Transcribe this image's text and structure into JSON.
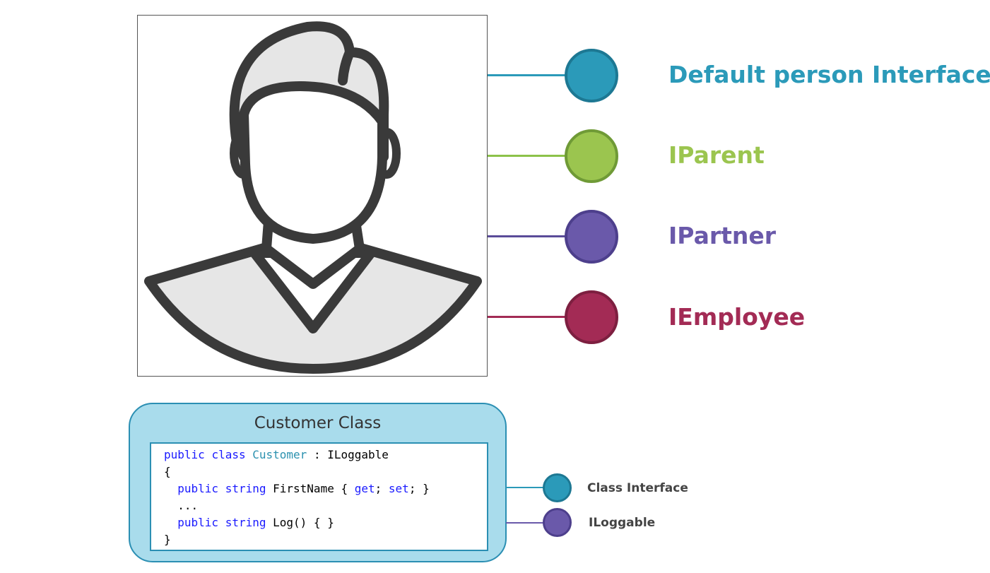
{
  "interfaces": [
    {
      "label": "Default person Interface",
      "color": "#2b9ab9",
      "line_color": "#2b9ab9",
      "border": "#1d7893"
    },
    {
      "label": "IParent",
      "color": "#9bc54f",
      "line_color": "#8cc24a",
      "border": "#6f9a36"
    },
    {
      "label": "IPartner",
      "color": "#6a59aa",
      "line_color": "#5a4c99",
      "border": "#4d3f8c"
    },
    {
      "label": "IEmployee",
      "color": "#a32b55",
      "line_color": "#a32b55",
      "border": "#7d1f40"
    }
  ],
  "customer_class": {
    "title": "Customer Class",
    "code": {
      "line1": {
        "kw1": "public",
        "kw2": "class",
        "type": "Customer",
        "rest": " : ILoggable"
      },
      "line2": "{",
      "line3": {
        "kw1": "public",
        "kw2": "string",
        "rest1": " FirstName { ",
        "get": "get",
        "mid": "; ",
        "set": "set",
        "rest2": "; }"
      },
      "line4": "...",
      "line5": {
        "kw1": "public",
        "kw2": "string",
        "rest": " Log() { }"
      },
      "line6": "}"
    },
    "interfaces": [
      {
        "label": "Class Interface",
        "color": "#2b9ab9"
      },
      {
        "label": "ILoggable",
        "color": "#6a59aa"
      }
    ]
  },
  "colors": {
    "class_box_fill": "#a9dcec",
    "class_box_border": "#2b8fb3",
    "person_stroke": "#3a3a3a",
    "person_fill": "#e6e6e6"
  }
}
